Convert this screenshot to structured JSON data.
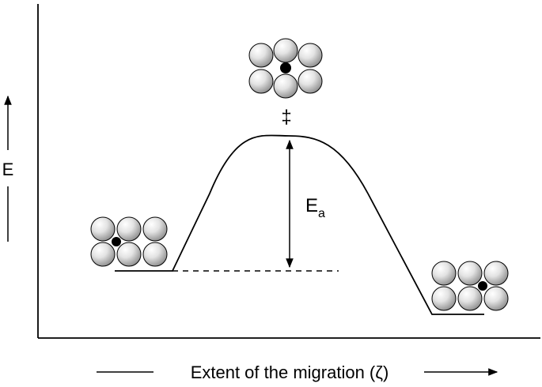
{
  "axes": {
    "y_label": "E",
    "x_label": "Extent of the migration (ζ)"
  },
  "annotations": {
    "transition_state_mark": "‡",
    "activation_energy_main": "E",
    "activation_energy_sub": "a"
  },
  "colors": {
    "line": "#000000",
    "atom_fill_light": "#ffffff",
    "atom_fill_dark": "#8c8c8c",
    "migrating_atom": "#000000"
  }
}
